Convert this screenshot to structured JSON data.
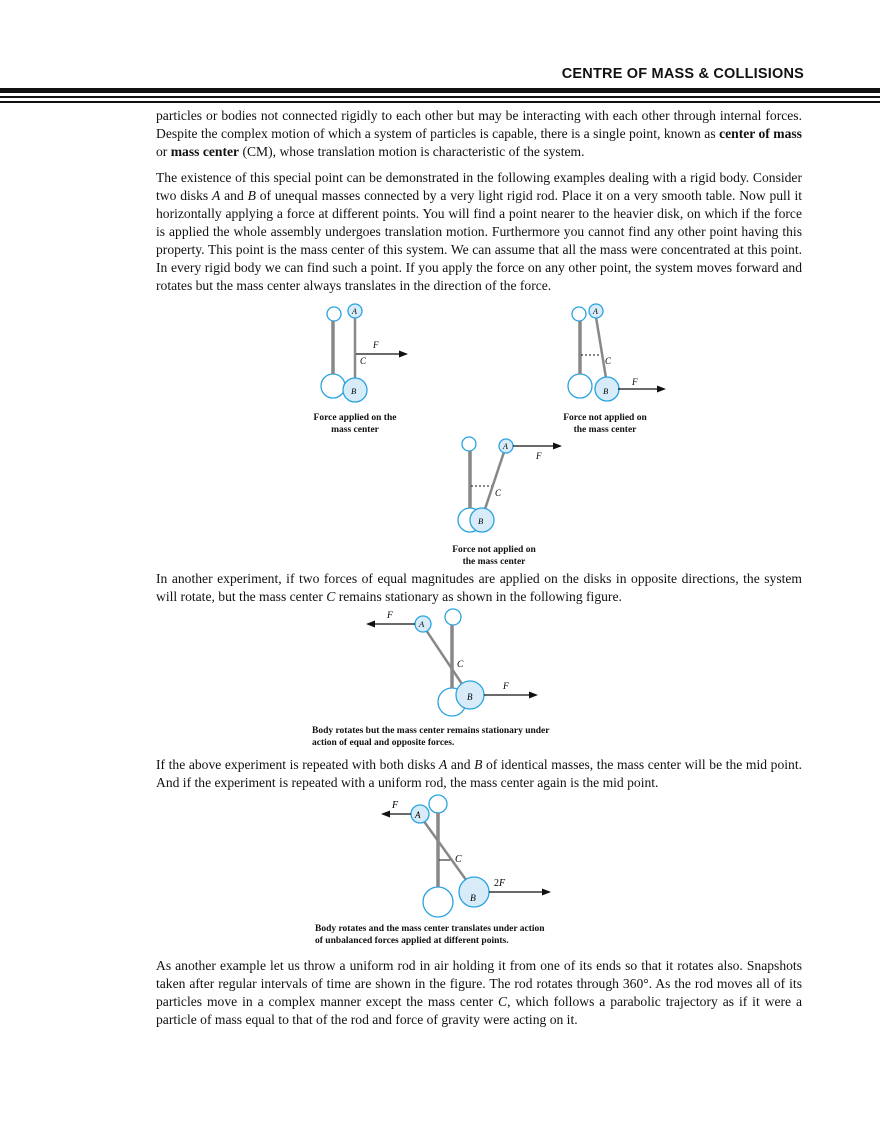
{
  "header": {
    "title": "CENTRE OF MASS & COLLISIONS"
  },
  "para1": {
    "pre": "particles or bodies not connected rigidly to each other but may be interacting with each other through internal forces. Despite the complex motion of which a system of particles is capable, there is a single point, known as ",
    "bold1": "center of mass",
    "mid": " or ",
    "bold2": "mass center",
    "post": " (CM), whose translation motion is characteristic of the system."
  },
  "para2": {
    "t1": "The existence of this special point can be demonstrated in the following examples dealing with a rigid body. Consider two disks ",
    "a": "A",
    "t2": " and ",
    "b": "B",
    "t3": " of unequal masses connected by a very light rigid rod. Place it on a very smooth table. Now pull it horizontally applying a force at different points. You will find a point nearer to the heavier disk, on which if the force is applied the whole assembly undergoes translation motion. Furthermore you cannot find any other point having this property. This point is the mass center of this system. We can assume that all the mass were concentrated at this point. In every rigid body we can find such a point. If you apply the force on any other point, the system moves forward and rotates but the mass center always translates in the direction of the force."
  },
  "fig1": {
    "a": "A",
    "b": "B",
    "c": "C",
    "f": "F",
    "cap1": "Force applied on the",
    "cap2": "mass center"
  },
  "fig2": {
    "a": "A",
    "b": "B",
    "c": "C",
    "f": "F",
    "cap1": "Force not applied on",
    "cap2": "the mass center"
  },
  "fig3": {
    "a": "A",
    "b": "B",
    "c": "C",
    "f": "F",
    "cap1": "Force not applied on",
    "cap2": "the mass center"
  },
  "para3": {
    "t1": "In another experiment, if two forces of equal magnitudes are applied on the disks in opposite directions, the system will rotate, but the mass center ",
    "c": "C",
    "t2": " remains stationary as shown in the following figure."
  },
  "fig4": {
    "a": "A",
    "b": "B",
    "c": "C",
    "f1": "F",
    "f2": "F",
    "cap1": "Body rotates but the mass center remains stationary under",
    "cap2": "action of equal and opposite forces."
  },
  "para4": {
    "t1": "If the above experiment is repeated with both disks ",
    "a": "A",
    "t2": " and ",
    "b": "B",
    "t3": " of identical masses, the mass center will be the mid point. And if the experiment is repeated with a uniform rod, the mass center again is the mid point."
  },
  "fig5": {
    "a": "A",
    "b": "B",
    "c": "C",
    "f": "F",
    "f2n": "2",
    "f2v": "F",
    "cap1": "Body rotates and the mass center translates under action",
    "cap2": "of unbalanced forces applied at different points."
  },
  "para5": {
    "t1": "As another example let us throw a uniform rod in air holding it from one of its ends so that it rotates also. Snapshots taken after regular intervals of time are shown in the figure. The rod rotates through 360°.  As the rod moves all of its particles move in a complex manner except the mass center ",
    "c": "C",
    "t2": ", which follows a parabolic trajectory as if it were a particle of mass equal to that of the rod and force of gravity were acting on it."
  }
}
